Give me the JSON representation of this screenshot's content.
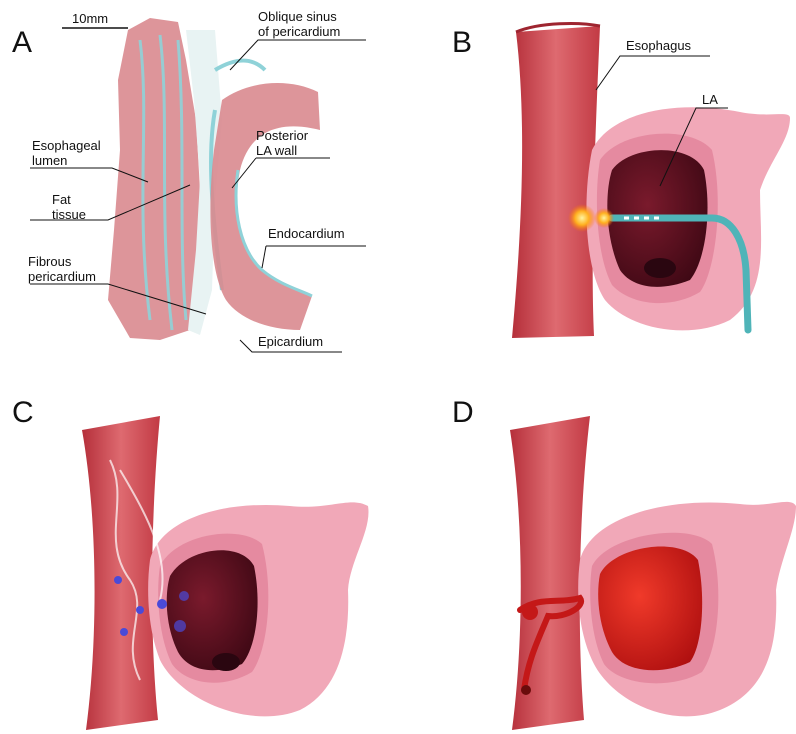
{
  "panels": {
    "a": {
      "letter": "A",
      "scale_bar": "10mm",
      "labels": {
        "oblique_sinus": "Oblique sinus\nof pericardium",
        "esophageal_lumen": "Esophageal\nlumen",
        "posterior_la_wall": "Posterior\nLA wall",
        "fat_tissue": "Fat\ntissue",
        "endocardium": "Endocardium",
        "fibrous_pericardium": "Fibrous\npericardium",
        "epicardium": "Epicardium"
      }
    },
    "b": {
      "letter": "B",
      "labels": {
        "esophagus": "Esophagus",
        "la": "LA"
      }
    },
    "c": {
      "letter": "C"
    },
    "d": {
      "letter": "D"
    }
  },
  "colors": {
    "esophagus_wall": "#c9434c",
    "esophagus_inner": "#de6a70",
    "atrium_outer": "#f1a8b8",
    "atrium_inner": "#e58aa0",
    "atrium_cavity": "#5a1020",
    "catheter": "#4fb4b8",
    "ablation_glow": "#ffb020",
    "microbubbles": "#4a4ad8",
    "blood": "#d42020",
    "tissue_section": "#d98a8f",
    "tissue_stain": "#8fd2d8"
  }
}
